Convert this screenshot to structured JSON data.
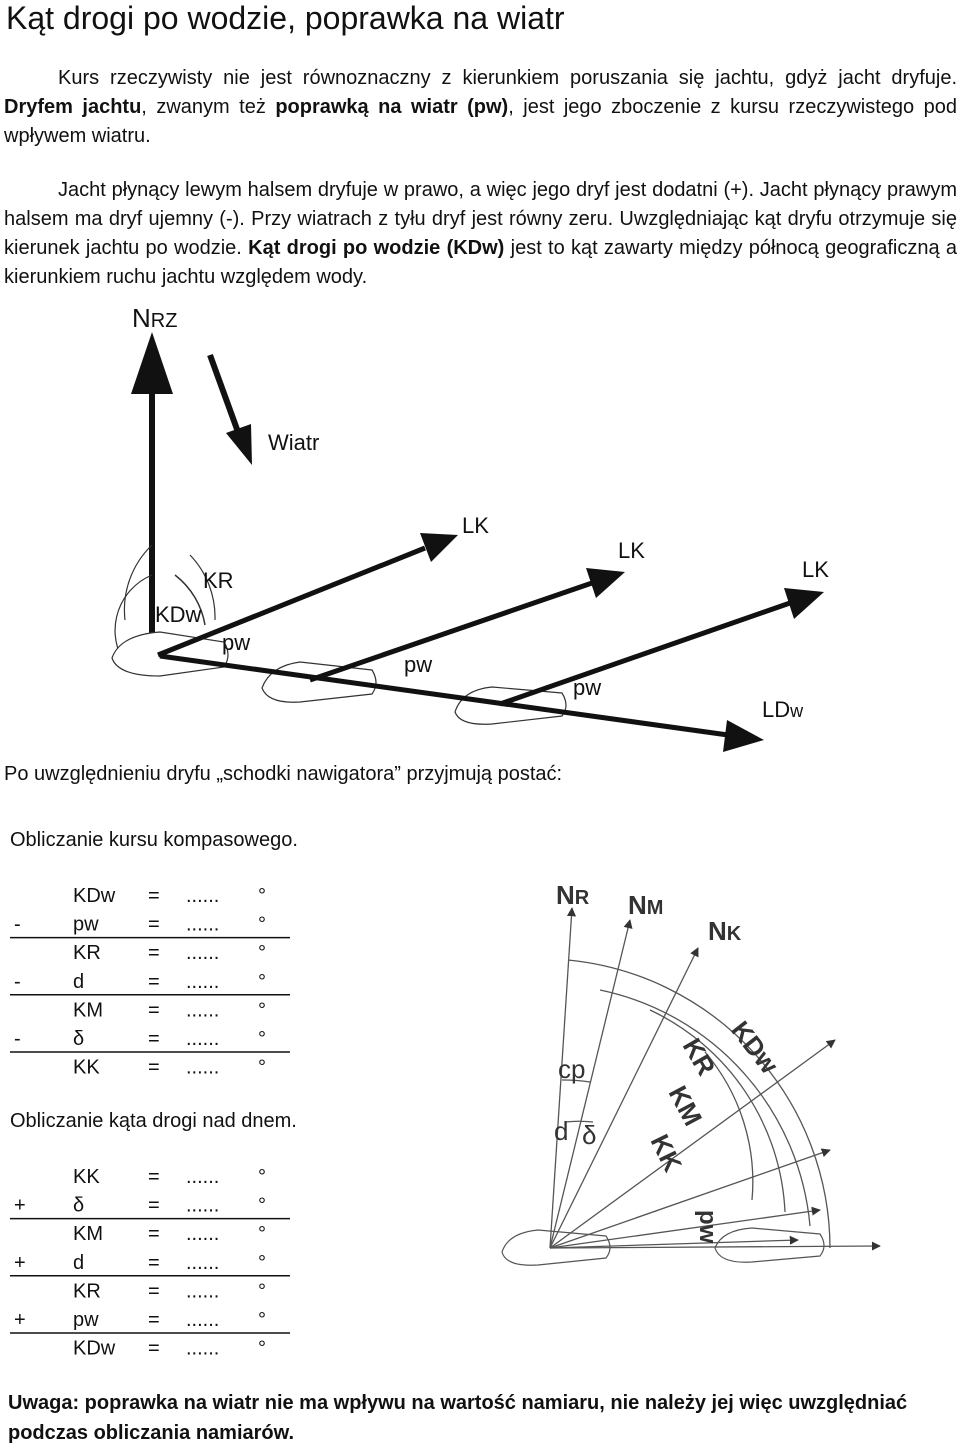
{
  "title": "Kąt drogi po wodzie, poprawka na wiatr",
  "para1": {
    "t1": "Kurs rzeczywisty nie jest równoznaczny z kierunkiem poruszania się jachtu, gdyż jacht dryfuje. ",
    "b1": "Dryfem jachtu",
    "t2": ", zwanym też ",
    "b2": "poprawką na wiatr (pw)",
    "t3": ", jest jego zboczenie z kursu rzeczywistego pod wpływem wiatru."
  },
  "para2": {
    "t1": "Jacht płynący lewym halsem dryfuje w prawo, a więc jego dryf jest dodatni (+). Jacht płynący prawym halsem ma dryf ujemny (-). Przy wiatrach z tyłu dryf jest równy zeru. Uwzględniając kąt dryfu otrzymuje się kierunek jachtu po wodzie. ",
    "b1": "Kąt drogi po wodzie (KDw)",
    "t2": " jest to kąt zawarty między północą geograficzną a kierunkiem ruchu jachtu względem wody."
  },
  "diagram1": {
    "n_main": "N",
    "n_sub": "RZ",
    "wind": "Wiatr",
    "lk": "LK",
    "kr": "KR",
    "kdw": "KDw",
    "pw": "pw",
    "ldw_main": "LD",
    "ldw_sub": "w"
  },
  "intro_line": "Po uwzględnieniu dryfu „schodki nawigatora” przyjmują postać:",
  "section1_title": "Obliczanie kursu kompasowego.",
  "section2_title": "Obliczanie kąta drogi nad dnem.",
  "calc_common": {
    "eq": "=",
    "dots": "......",
    "deg": "°"
  },
  "calc1": [
    {
      "sign": "",
      "label": "KDw"
    },
    {
      "sign": "-",
      "label": "pw"
    },
    {
      "sign": "",
      "label": "KR"
    },
    {
      "sign": "-",
      "label": "d"
    },
    {
      "sign": "",
      "label": "KM"
    },
    {
      "sign": "-",
      "label": "δ"
    },
    {
      "sign": "",
      "label": "KK"
    }
  ],
  "calc2": [
    {
      "sign": "",
      "label": "KK"
    },
    {
      "sign": "+",
      "label": "δ"
    },
    {
      "sign": "",
      "label": "KM"
    },
    {
      "sign": "+",
      "label": "d"
    },
    {
      "sign": "",
      "label": "KR"
    },
    {
      "sign": "+",
      "label": "pw"
    },
    {
      "sign": "",
      "label": "KDw"
    }
  ],
  "diagram2": {
    "nr_main": "N",
    "nr_sub": "R",
    "nm_main": "N",
    "nm_sub": "M",
    "nk_main": "N",
    "nk_sub": "K",
    "cp": "cp",
    "d": "d",
    "delta": "δ",
    "kdw": "KDw",
    "kr": "KR",
    "km": "KM",
    "kk": "KK",
    "pw": "pw"
  },
  "note": "Uwaga: poprawka na wiatr nie ma wpływu na wartość namiaru, nie należy jej więc uwzględniać podczas obliczania namiarów."
}
